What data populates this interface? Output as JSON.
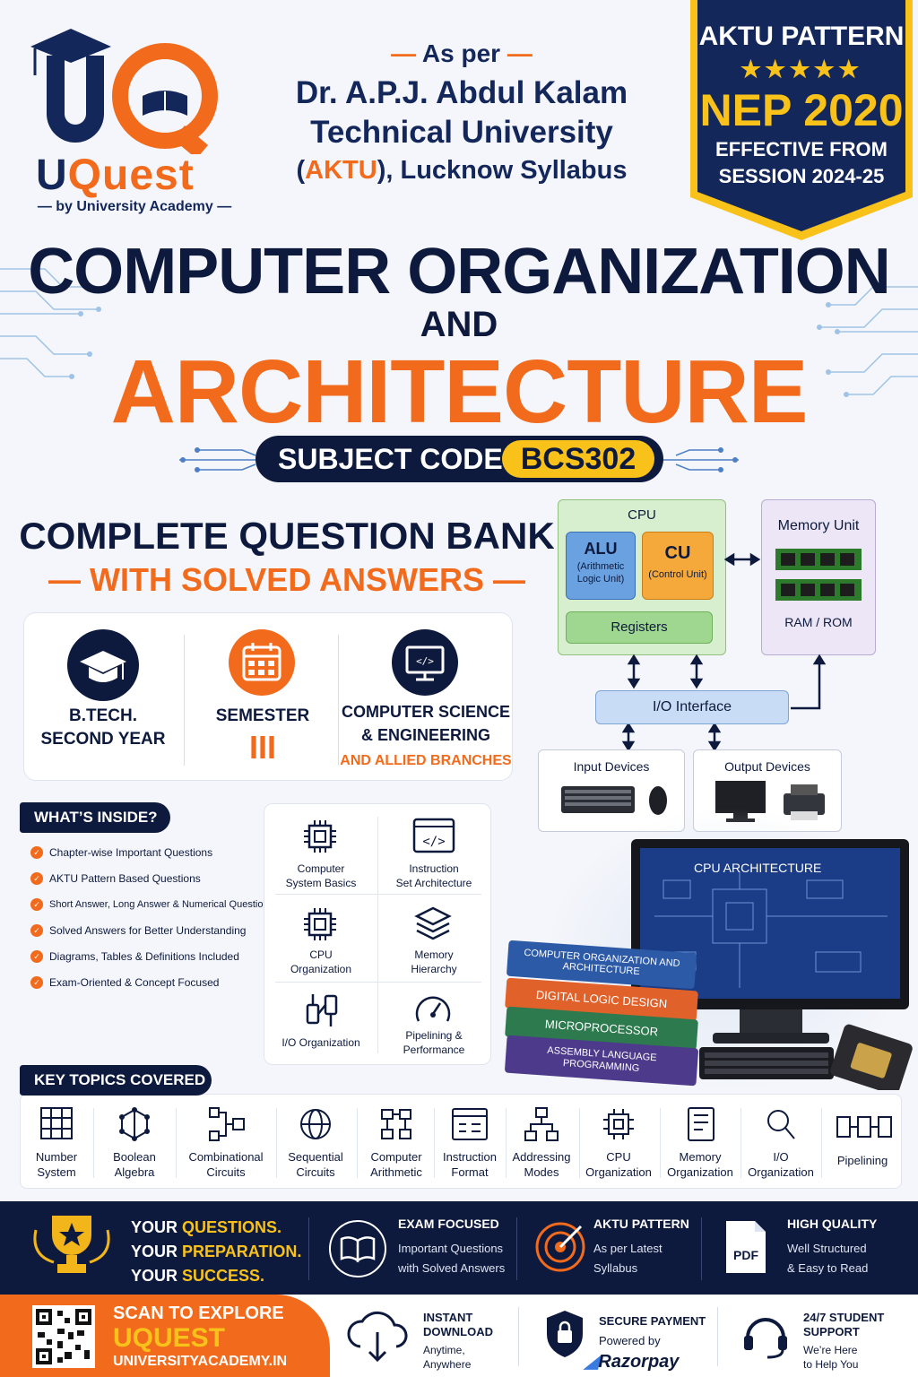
{
  "brand": {
    "logo_letters": "UQ",
    "name_prefix": "U",
    "name_highlight": "Quest",
    "tagline": "— by University Academy —"
  },
  "university": {
    "as_per": "As per",
    "line1": "Dr. A.P.J. Abdul Kalam",
    "line2": "Technical University",
    "line3_pre": "(",
    "line3_code": "AKTU",
    "line3_post": "), Lucknow Syllabus"
  },
  "badge": {
    "pattern": "AKTU PATTERN",
    "stars": "★★★★★",
    "nep": "NEP 2020",
    "effective1": "EFFECTIVE FROM",
    "effective2": "SESSION 2024-25"
  },
  "title": {
    "line1": "COMPUTER ORGANIZATION",
    "line2": "AND",
    "line3": "ARCHITECTURE"
  },
  "subject": {
    "label": "SUBJECT CODE:",
    "code": "BCS302"
  },
  "qbank": {
    "line1": "COMPLETE QUESTION BANK",
    "line2": "— WITH SOLVED ANSWERS —"
  },
  "info": {
    "year_l1": "B.TECH.",
    "year_l2": "SECOND YEAR",
    "sem_label": "SEMESTER",
    "sem_value": "III",
    "branch_l1": "COMPUTER SCIENCE",
    "branch_l2": "& ENGINEERING",
    "branch_l3": "AND ALLIED BRANCHES"
  },
  "diagram": {
    "cpu": "CPU",
    "alu": "ALU",
    "alu_sub1": "(Arithmetic",
    "alu_sub2": "Logic Unit)",
    "cu": "CU",
    "cu_sub": "(Control Unit)",
    "registers": "Registers",
    "memory": "Memory Unit",
    "ramrom": "RAM / ROM",
    "io": "I/O Interface",
    "input": "Input Devices",
    "output": "Output Devices",
    "monitor_title": "CPU ARCHITECTURE"
  },
  "books": [
    "COMPUTER ORGANIZATION AND ARCHITECTURE",
    "DIGITAL LOGIC DESIGN",
    "MICROPROCESSOR",
    "ASSEMBLY LANGUAGE PROGRAMMING"
  ],
  "whats_inside": {
    "heading": "WHAT’S INSIDE?",
    "items": [
      "Chapter-wise Important Questions",
      "AKTU Pattern Based Questions",
      "Short Answer, Long Answer & Numerical Questions",
      "Solved Answers for Better Understanding",
      "Diagrams, Tables & Definitions Included",
      "Exam-Oriented & Concept Focused"
    ]
  },
  "topic_grid": [
    {
      "l1": "Computer",
      "l2": "System Basics",
      "icon": "chip-icon"
    },
    {
      "l1": "Instruction",
      "l2": "Set Architecture",
      "icon": "code-window-icon"
    },
    {
      "l1": "CPU",
      "l2": "Organization",
      "icon": "chip-icon"
    },
    {
      "l1": "Memory",
      "l2": "Hierarchy",
      "icon": "layers-icon"
    },
    {
      "l1": "I/O Organization",
      "l2": "",
      "icon": "io-plug-icon"
    },
    {
      "l1": "Pipelining &",
      "l2": "Performance",
      "icon": "gauge-icon"
    }
  ],
  "key_topics": {
    "heading": "KEY TOPICS COVERED",
    "items": [
      {
        "l1": "Number",
        "l2": "System"
      },
      {
        "l1": "Boolean",
        "l2": "Algebra"
      },
      {
        "l1": "Combinational",
        "l2": "Circuits"
      },
      {
        "l1": "Sequential",
        "l2": "Circuits"
      },
      {
        "l1": "Computer",
        "l2": "Arithmetic"
      },
      {
        "l1": "Instruction",
        "l2": "Format"
      },
      {
        "l1": "Addressing",
        "l2": "Modes"
      },
      {
        "l1": "CPU",
        "l2": "Organization"
      },
      {
        "l1": "Memory",
        "l2": "Organization"
      },
      {
        "l1": "I/O",
        "l2": "Organization"
      },
      {
        "l1": "Pipelining",
        "l2": ""
      }
    ]
  },
  "bar1": {
    "slogan": [
      {
        "pre": "YOUR ",
        "hl": "QUESTIONS."
      },
      {
        "pre": "YOUR ",
        "hl": "PREPARATION."
      },
      {
        "pre": "YOUR ",
        "hl": "SUCCESS."
      }
    ],
    "f1_title": "EXAM FOCUSED",
    "f1_l1": "Important Questions",
    "f1_l2": "with Solved Answers",
    "f2_title": "AKTU PATTERN",
    "f2_l1": "As per Latest",
    "f2_l2": "Syllabus",
    "f3_title": "HIGH QUALITY",
    "f3_l1": "Well Structured",
    "f3_l2": "& Easy to Read",
    "pdf_label": "PDF"
  },
  "bar2": {
    "scan": "SCAN TO EXPLORE",
    "brand": "UQUEST",
    "site": "UNIVERSITYACADEMY.IN",
    "d_t1": "INSTANT",
    "d_t2": "DOWNLOAD",
    "d_l1": "Anytime,",
    "d_l2": "Anywhere",
    "p_title": "SECURE PAYMENT",
    "p_l1": "Powered by",
    "p_brand": "Razorpay",
    "s_t1": "24/7 STUDENT",
    "s_t2": "SUPPORT",
    "s_l1": "We’re Here",
    "s_l2": "to Help You"
  },
  "colors": {
    "navy": "#0e1a3d",
    "orange": "#f26b1d",
    "yellow": "#f8c21a"
  }
}
